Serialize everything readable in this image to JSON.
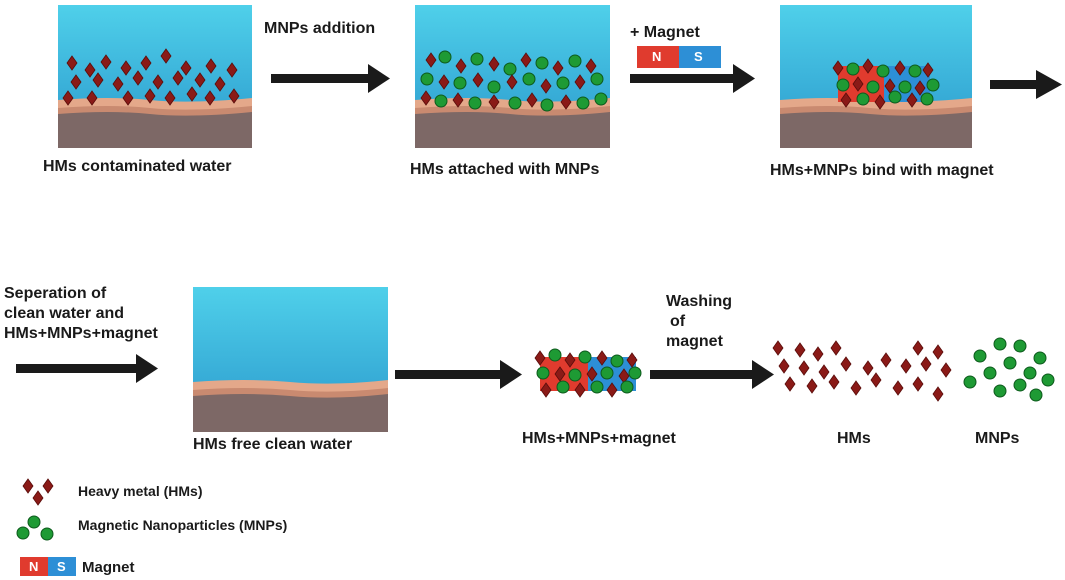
{
  "steps": {
    "s1_caption": "HMs  contaminated water",
    "s1_arrow": "MNPs addition",
    "s2_caption": "HMs attached with MNPs",
    "s2_arrow": "+ Magnet",
    "s3_caption": "HMs+MNPs bind with magnet",
    "s4_arrow_l1": "Seperation of",
    "s4_arrow_l2": "clean water and",
    "s4_arrow_l3": "HMs+MNPs+magnet",
    "s4_caption": "HMs free clean water",
    "s5_caption": "HMs+MNPs+magnet",
    "s5_arrow_l1": "Washing",
    "s5_arrow_l2": "of",
    "s5_arrow_l3": "magnet",
    "s6_caption": "HMs",
    "s7_caption": "MNPs"
  },
  "magnet": {
    "north": "N",
    "south": "S"
  },
  "legend": {
    "hms": "Heavy metal (HMs)",
    "mnps": "Magnetic Nanoparticles (MNPs)",
    "magnet": "Magnet"
  },
  "colors": {
    "water_top": "#48c8e6",
    "water_bottom": "#2c9ed0",
    "sand": "#e0a183",
    "soil": "#7d6866",
    "hm": "#8a1a17",
    "mnp": "#1e9a34",
    "magnet_n": "#e03b2e",
    "magnet_s": "#2d8fd6",
    "arrow": "#1a1a1a"
  }
}
